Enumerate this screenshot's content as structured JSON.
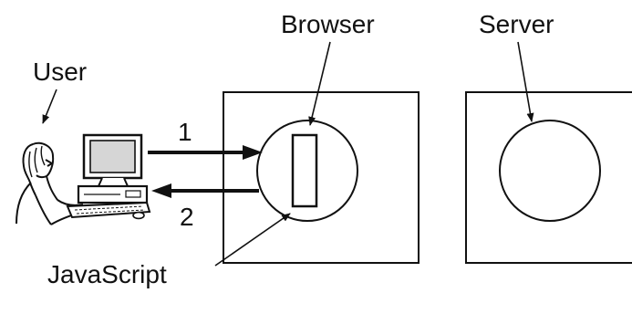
{
  "labels": {
    "user": "User",
    "browser": "Browser",
    "server": "Server",
    "javascript": "JavaScript",
    "step_request": "1",
    "step_response": "2"
  },
  "colors": {
    "stroke": "#111111",
    "background": "#ffffff",
    "screen": "#d6d6d6"
  }
}
